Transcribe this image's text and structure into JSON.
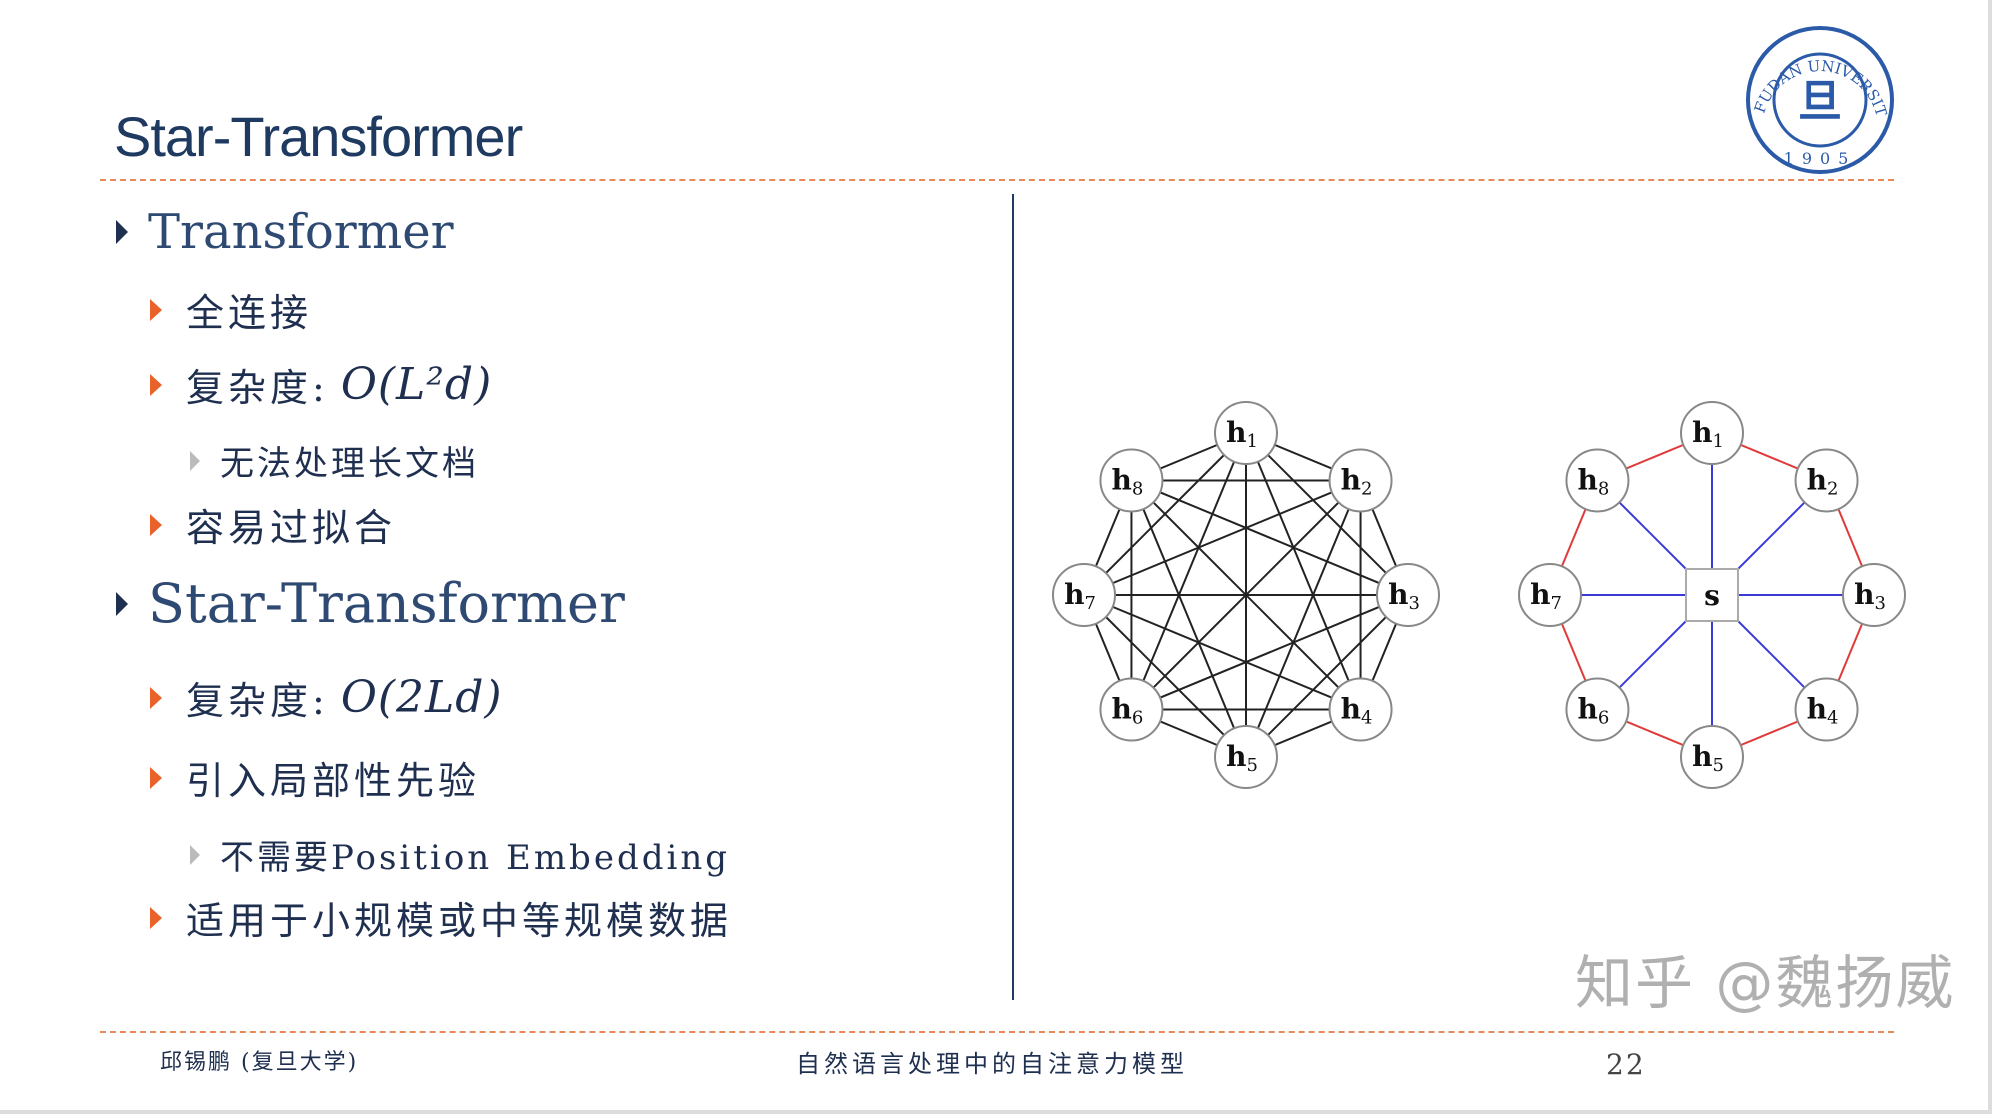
{
  "slide": {
    "title": "Star-Transformer",
    "bullets": [
      {
        "text": "Transformer",
        "level": 1
      },
      {
        "text": "全连接",
        "level": 2
      },
      {
        "text": "复杂度:",
        "math": "O(L²d)",
        "level": 2
      },
      {
        "text": "无法处理长文档",
        "level": 3
      },
      {
        "text": "容易过拟合",
        "level": 2
      },
      {
        "text": "Star-Transformer",
        "level": 1
      },
      {
        "text": "复杂度:",
        "math": "O(2Ld)",
        "level": 2
      },
      {
        "text": "引入局部性先验",
        "level": 2
      },
      {
        "text": "不需要Position Embedding",
        "level": 3
      },
      {
        "text": "适用于小规模或中等规模数据",
        "level": 2
      }
    ]
  },
  "logo": {
    "text_top": "FUDAN UNIVERSITY",
    "year": "1905",
    "color": "#2a5aa8"
  },
  "diagrams": {
    "nodes": [
      "h1",
      "h2",
      "h3",
      "h4",
      "h5",
      "h6",
      "h7",
      "h8"
    ],
    "full": {
      "edges": "complete",
      "edge_color": "#222222"
    },
    "star": {
      "center": "s",
      "ring_color": "#e03a3a",
      "spoke_color": "#3a3ad8"
    }
  },
  "footer": {
    "author": "邱锡鹏 (复旦大学)",
    "course": "自然语言处理中的自注意力模型",
    "page": "22"
  },
  "watermark": "知乎 @魏扬威",
  "colors": {
    "title": "#1f3a60",
    "accent": "#e8622a",
    "divider": "#1f3a60"
  }
}
